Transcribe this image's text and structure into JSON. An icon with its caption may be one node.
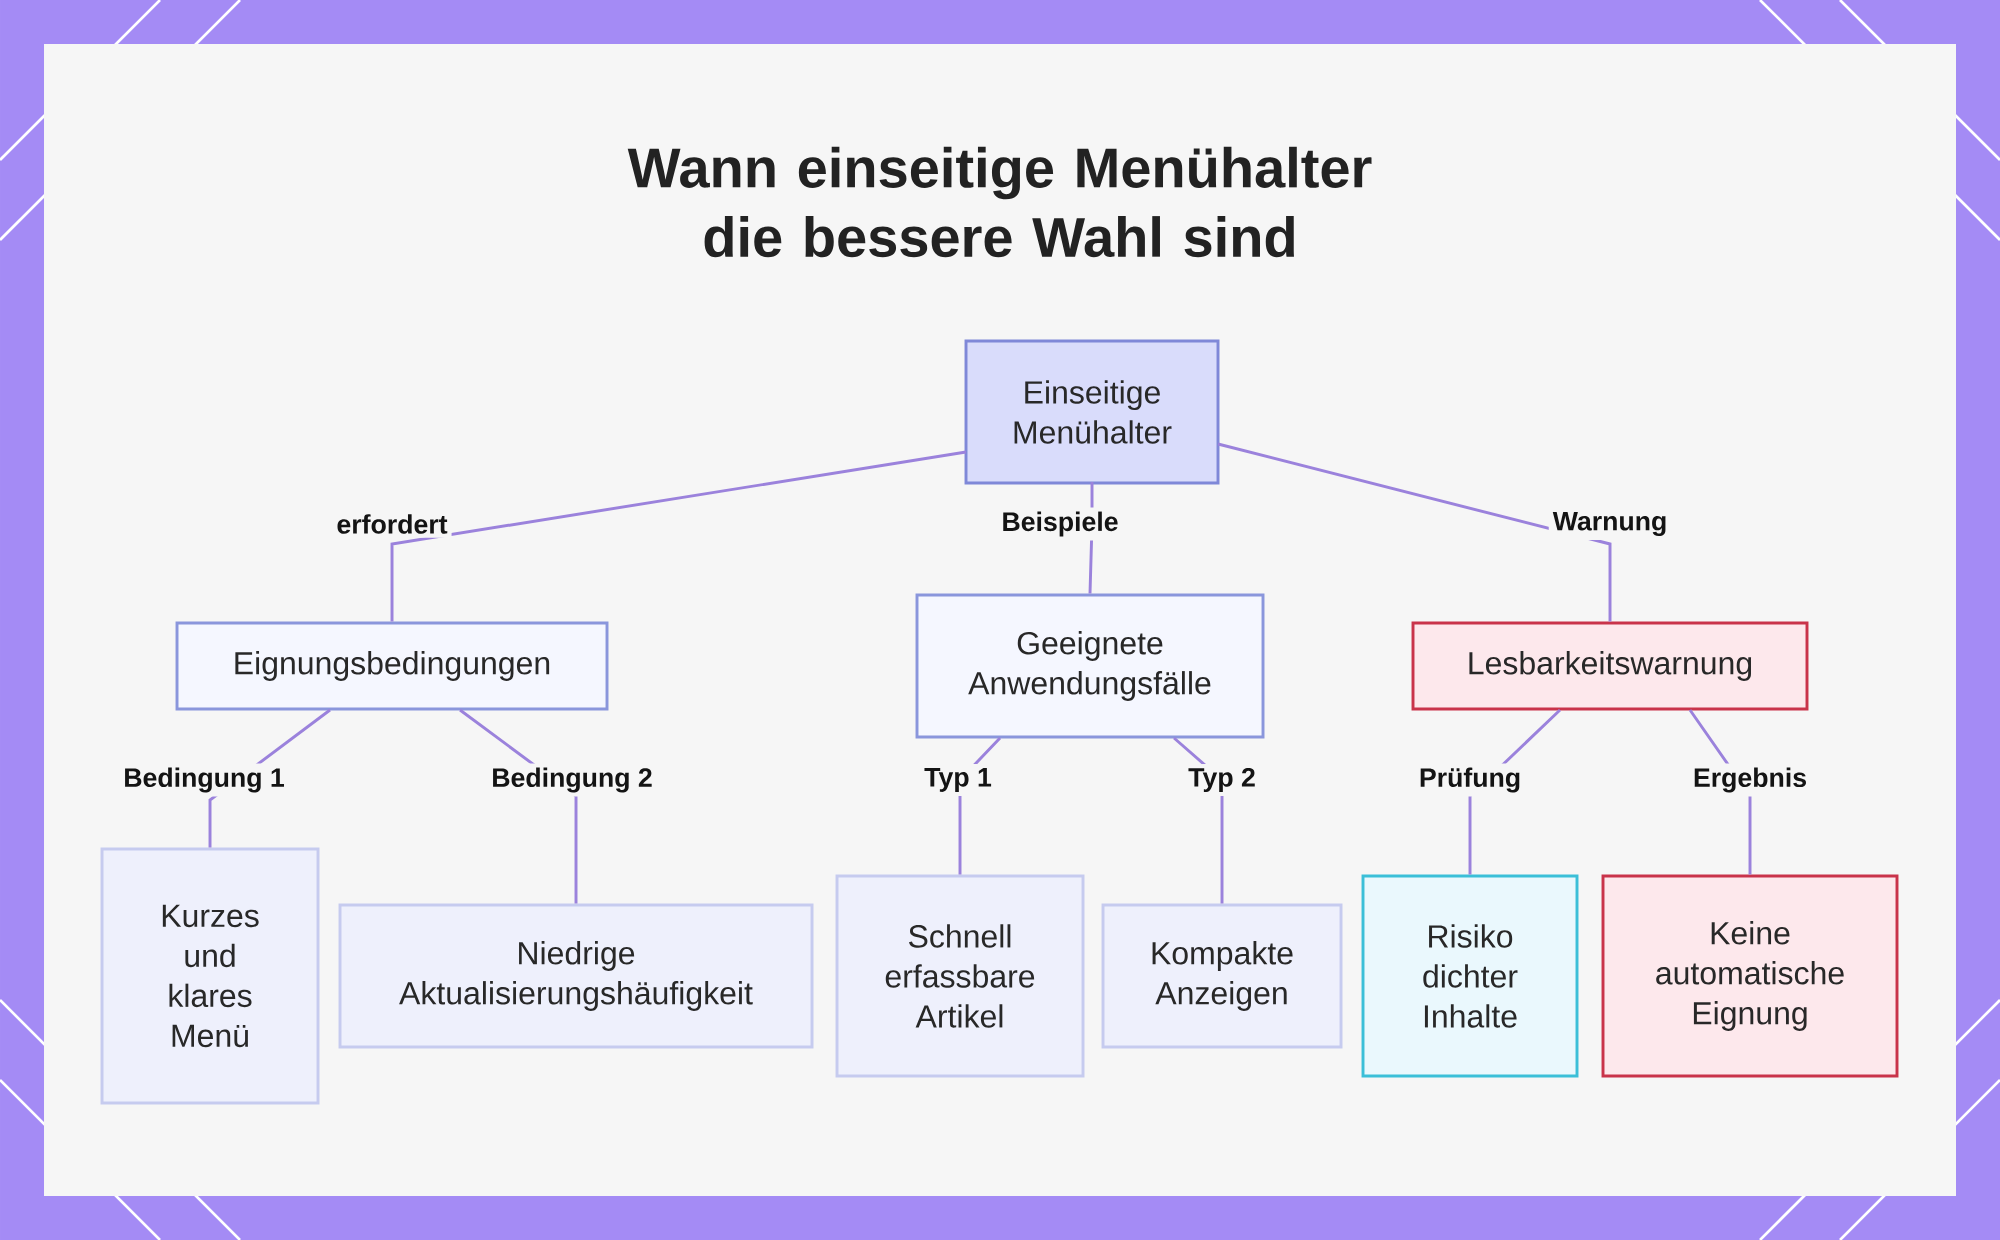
{
  "diagram": {
    "title": "Wann einseitige Menühalter die bessere Wahl sind",
    "nodes": [
      {
        "text": [
          "Einseitige Menühalter"
        ]
      },
      {
        "text": [
          "Eignungsbedingungen"
        ]
      },
      {
        "text": [
          "Geeignete Anwendungsfälle"
        ]
      },
      {
        "text": [
          "Lesbarkeitswarnung"
        ]
      },
      {
        "text": [
          "Kurzes und klares Menü"
        ]
      },
      {
        "text": [
          "Niedrige Aktualisierungshäufigkeit"
        ]
      },
      {
        "text": [
          "Schnell erfassbare Artikel"
        ]
      },
      {
        "text": [
          "Kompakte Anzeigen"
        ]
      },
      {
        "text": [
          "Risiko dichter Inhalte"
        ]
      },
      {
        "text": [
          "Keine automatische Eignung"
        ]
      }
    ],
    "edges": [
      {
        "from": 0,
        "to": 1,
        "arrow": "none",
        "label": "erfordert"
      },
      {
        "from": 0,
        "to": 2,
        "arrow": "none",
        "label": "Beispiele"
      },
      {
        "from": 0,
        "to": 3,
        "arrow": "none",
        "label": "Warnung"
      },
      {
        "from": 1,
        "to": 4,
        "arrow": "none",
        "label": "Bedingung 1"
      },
      {
        "from": 1,
        "to": 5,
        "arrow": "none",
        "label": "Bedingung 2"
      },
      {
        "from": 2,
        "to": 6,
        "arrow": "none",
        "label": "Typ 1"
      },
      {
        "from": 2,
        "to": 7,
        "arrow": "none",
        "label": "Typ 2"
      },
      {
        "from": 3,
        "to": 8,
        "arrow": "none",
        "label": "Prüfung"
      },
      {
        "from": 3,
        "to": 9,
        "arrow": "none",
        "label": "Ergebnis"
      }
    ]
  }
}
